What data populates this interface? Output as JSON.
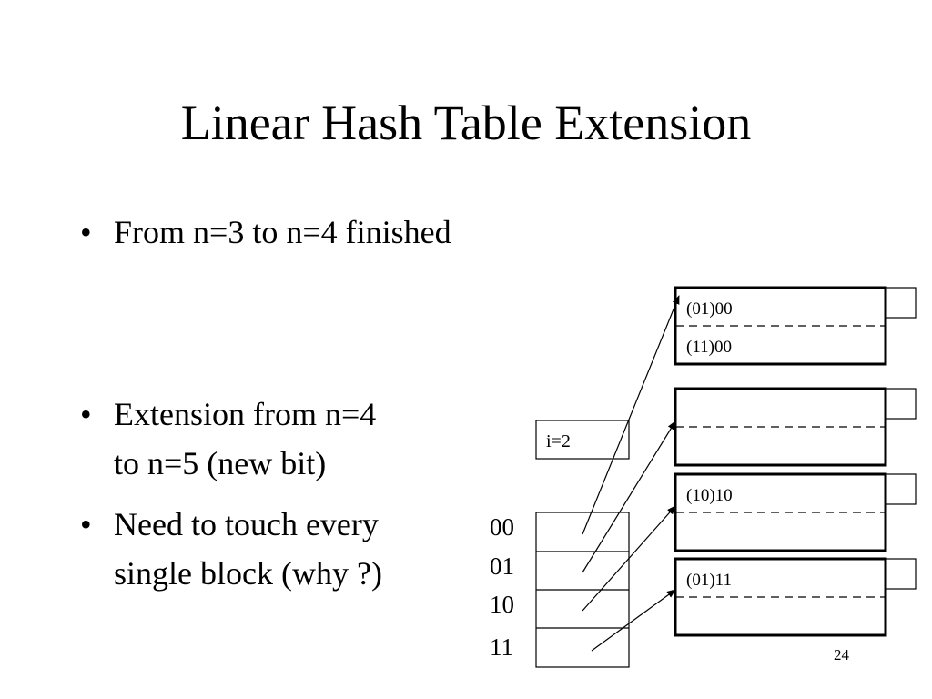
{
  "slide": {
    "title": "Linear Hash Table Extension",
    "page_number": "24"
  },
  "bullets": [
    {
      "lines": [
        "From n=3 to n=4 finished"
      ]
    },
    {
      "lines": [
        "Extension from n=4",
        "to n=5 (new bit)"
      ]
    },
    {
      "lines": [
        "Need to touch every",
        "single block (why ?)"
      ]
    }
  ],
  "diagram": {
    "i_label": "i=2",
    "index_labels": [
      "00",
      "01",
      "10",
      "11"
    ],
    "blocks": [
      {
        "first": "(01)00",
        "second": "(11)00"
      },
      {
        "first": "",
        "second": ""
      },
      {
        "first": "(10)10",
        "second": ""
      },
      {
        "first": "(01)11",
        "second": ""
      }
    ]
  }
}
